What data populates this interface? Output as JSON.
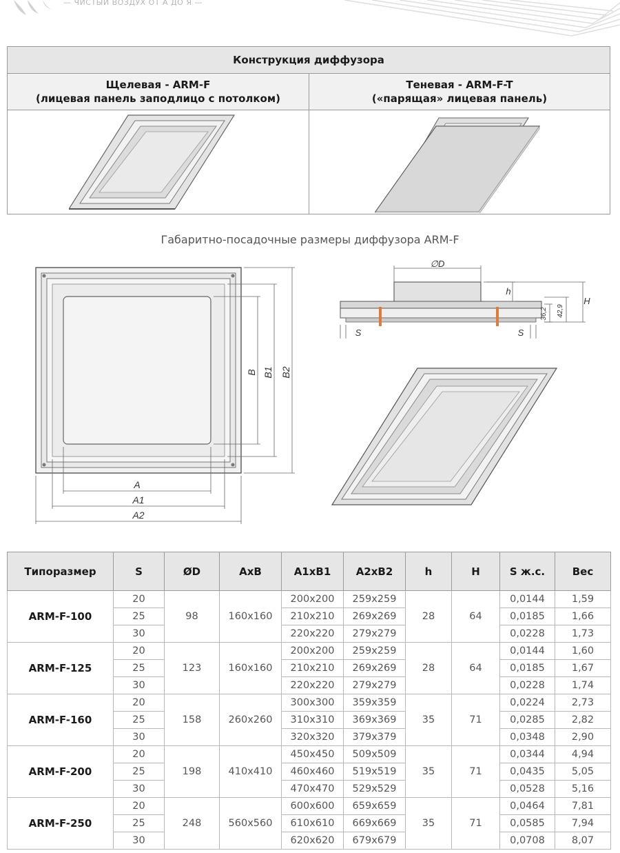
{
  "header": {
    "tagline": "— ЧИСТЫЙ ВОЗДУХ ОТ А ДО Я —"
  },
  "construction": {
    "title": "Конструкция диффузора",
    "left": {
      "line1": "Щелевая - ARM-F",
      "line2": "(лицевая панель заподлицо с потолком)"
    },
    "right": {
      "line1": "Теневая - ARM-F-T",
      "line2": "(«парящая» лицевая панель)"
    }
  },
  "dimensions_caption": "Габаритно-посадочные размеры диффузора ARM-F",
  "drawing": {
    "front_labels": {
      "a": "A",
      "a1": "A1",
      "a2": "A2",
      "b": "B",
      "b1": "B1",
      "b2": "B2"
    },
    "side_labels": {
      "d": "∅D",
      "h": "h",
      "H": "H",
      "s1": "S",
      "s2": "S",
      "v1": "36,2",
      "v2": "42,9"
    }
  },
  "table": {
    "headers": [
      "Типоразмер",
      "S",
      "ØD",
      "AxB",
      "A1xB1",
      "A2xB2",
      "h",
      "H",
      "S ж.с.",
      "Вес"
    ],
    "groups": [
      {
        "model": "ARM-F-100",
        "D": "98",
        "AxB": "160x160",
        "h": "28",
        "H": "64",
        "rows": [
          {
            "S": "20",
            "A1B1": "200x200",
            "A2B2": "259x259",
            "Sjs": "0,0144",
            "w": "1,59"
          },
          {
            "S": "25",
            "A1B1": "210x210",
            "A2B2": "269x269",
            "Sjs": "0,0185",
            "w": "1,66"
          },
          {
            "S": "30",
            "A1B1": "220x220",
            "A2B2": "279x279",
            "Sjs": "0,0228",
            "w": "1,73"
          }
        ]
      },
      {
        "model": "ARM-F-125",
        "D": "123",
        "AxB": "160x160",
        "h": "28",
        "H": "64",
        "rows": [
          {
            "S": "20",
            "A1B1": "200x200",
            "A2B2": "259x259",
            "Sjs": "0,0144",
            "w": "1,60"
          },
          {
            "S": "25",
            "A1B1": "210x210",
            "A2B2": "269x269",
            "Sjs": "0,0185",
            "w": "1,67"
          },
          {
            "S": "30",
            "A1B1": "220x220",
            "A2B2": "279x279",
            "Sjs": "0,0228",
            "w": "1,74"
          }
        ]
      },
      {
        "model": "ARM-F-160",
        "D": "158",
        "AxB": "260x260",
        "h": "35",
        "H": "71",
        "rows": [
          {
            "S": "20",
            "A1B1": "300x300",
            "A2B2": "359x359",
            "Sjs": "0,0224",
            "w": "2,73"
          },
          {
            "S": "25",
            "A1B1": "310x310",
            "A2B2": "369x369",
            "Sjs": "0,0285",
            "w": "2,82"
          },
          {
            "S": "30",
            "A1B1": "320x320",
            "A2B2": "379x379",
            "Sjs": "0,0348",
            "w": "2,90"
          }
        ]
      },
      {
        "model": "ARM-F-200",
        "D": "198",
        "AxB": "410x410",
        "h": "35",
        "H": "71",
        "rows": [
          {
            "S": "20",
            "A1B1": "450x450",
            "A2B2": "509x509",
            "Sjs": "0,0344",
            "w": "4,94"
          },
          {
            "S": "25",
            "A1B1": "460x460",
            "A2B2": "519x519",
            "Sjs": "0,0435",
            "w": "5,05"
          },
          {
            "S": "30",
            "A1B1": "470x470",
            "A2B2": "529x529",
            "Sjs": "0,0528",
            "w": "5,16"
          }
        ]
      },
      {
        "model": "ARM-F-250",
        "D": "248",
        "AxB": "560x560",
        "h": "35",
        "H": "71",
        "rows": [
          {
            "S": "20",
            "A1B1": "600x600",
            "A2B2": "659x659",
            "Sjs": "0,0464",
            "w": "7,81"
          },
          {
            "S": "25",
            "A1B1": "610x610",
            "A2B2": "669x669",
            "Sjs": "0,0585",
            "w": "7,94"
          },
          {
            "S": "30",
            "A1B1": "620x620",
            "A2B2": "679x679",
            "Sjs": "0,0708",
            "w": "8,07"
          }
        ]
      }
    ]
  }
}
